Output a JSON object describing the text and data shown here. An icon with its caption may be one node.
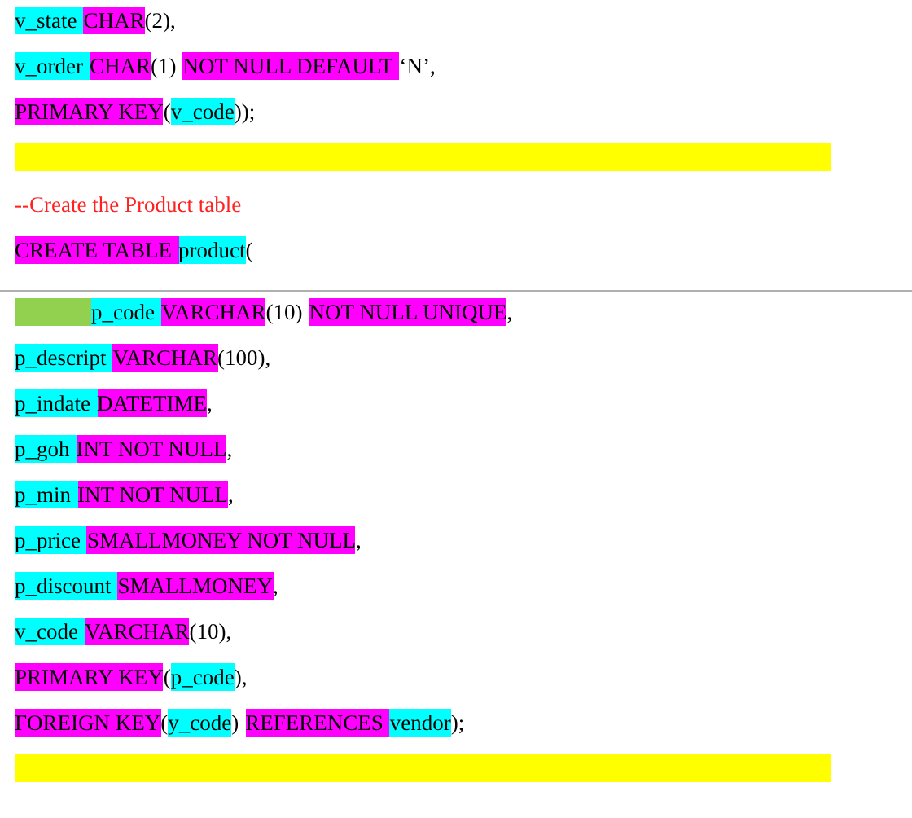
{
  "diagram": {
    "labels": [
      "v_state",
      "CHAR",
      "(2),",
      "v_order",
      "CHAR",
      "(1)",
      "NOT NULL DEFAULT",
      "‘N’,",
      "PRIMARY KEY",
      "(",
      "v_code",
      "));",
      "--Create the Product table",
      "CREATE TABLE",
      "product",
      "(",
      "p_code",
      "VARCHAR",
      "(10)",
      "NOT NULL UNIQUE",
      ",",
      "p_descript",
      "VARCHAR",
      "(100),",
      "p_indate",
      "DATETIME",
      ",",
      "p_goh",
      "INT NOT NULL",
      ",",
      "p_min",
      "INT NOT NULL",
      ",",
      "p_price",
      "SMALLMONEY NOT NULL",
      ",",
      "p_discount",
      "SMALLMONEY",
      ",",
      "v_code",
      "VARCHAR",
      "(10),",
      "PRIMARY KEY",
      "(",
      "p_code",
      "),",
      "FOREIGN KEY",
      "(",
      "y_code",
      ")",
      "REFERENCES",
      "vendor",
      ");"
    ]
  }
}
